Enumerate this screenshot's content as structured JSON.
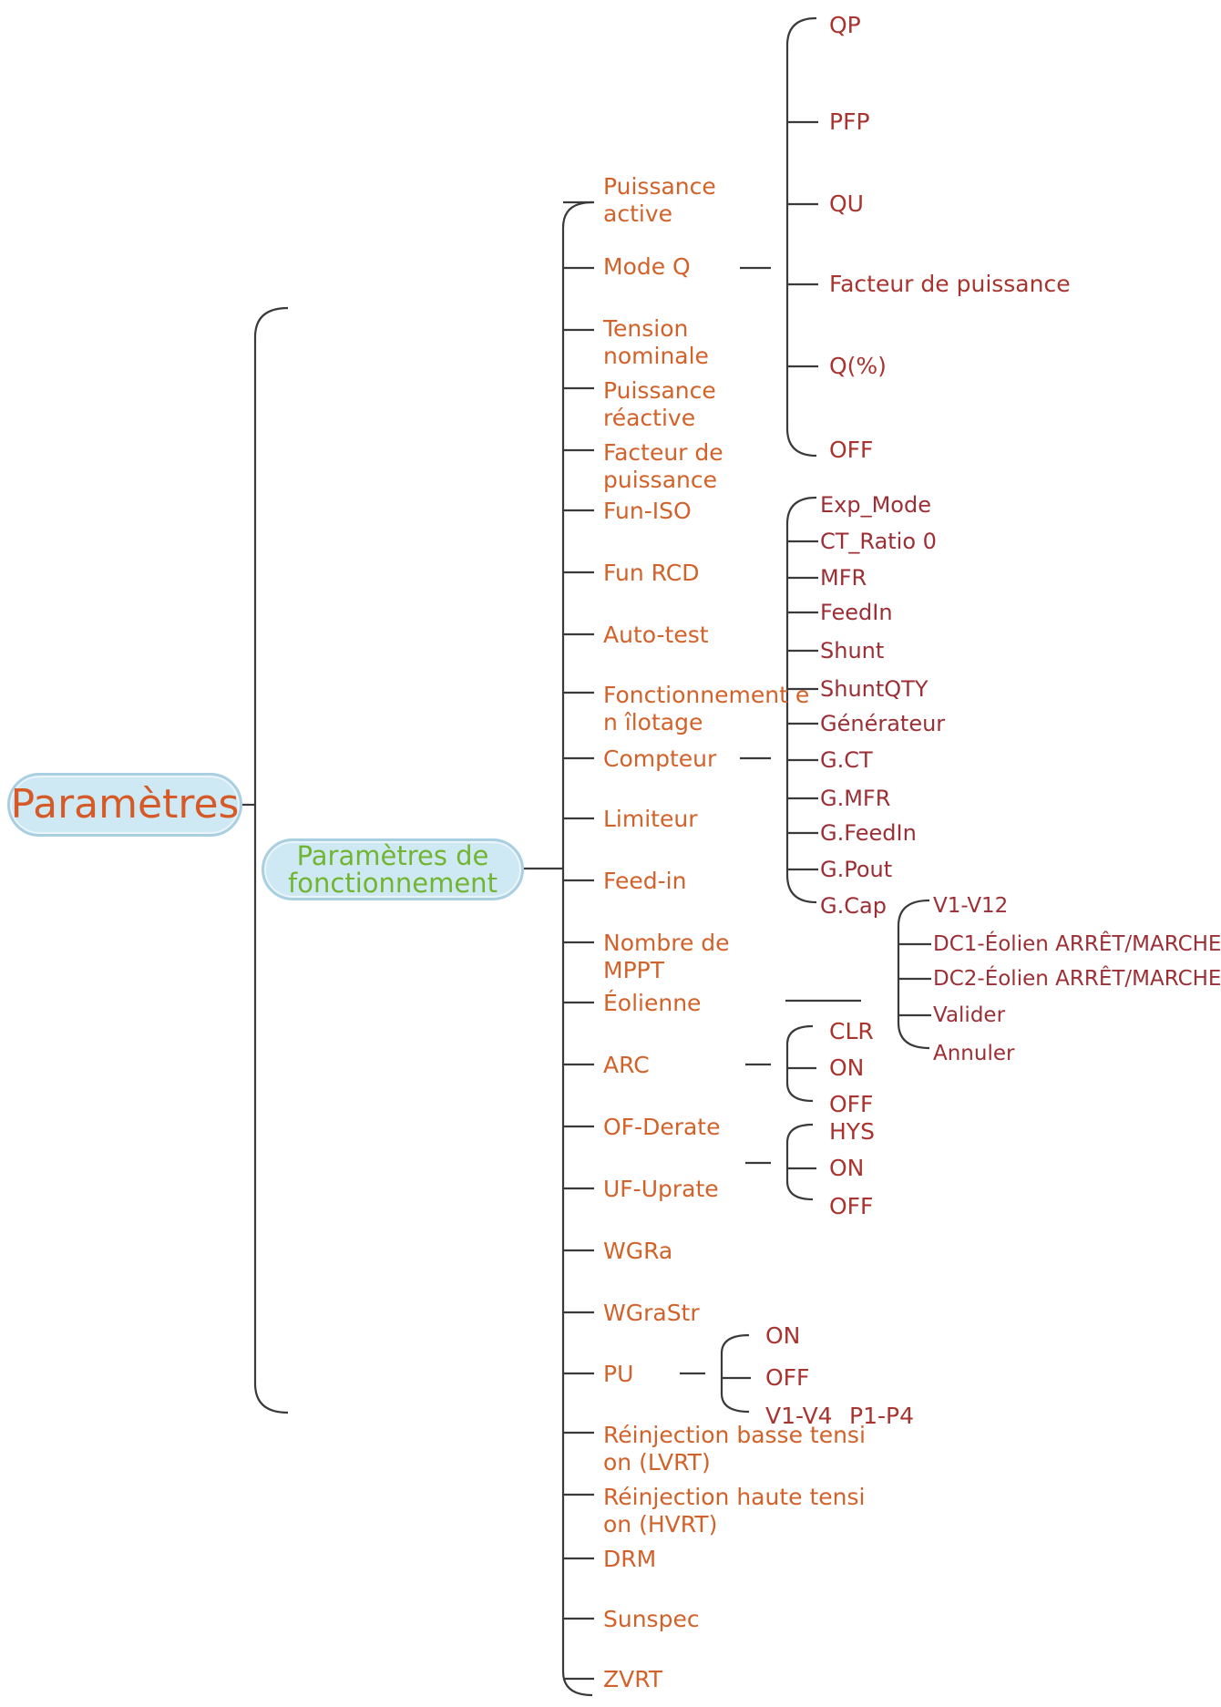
{
  "root": "Paramètres",
  "group": "Paramètres de fonctionnement",
  "items": [
    "Puissance active",
    "Mode Q",
    "Tension nominale",
    "Puissance réactive",
    "Facteur de puissance",
    "Fun-ISO",
    "Fun RCD",
    "Auto-test",
    "Fonctionnement en îlotage",
    "Compteur",
    "Limiteur",
    "Feed-in",
    "Nombre de MPPT",
    "Éolienne",
    "ARC",
    "OF-Derate",
    "UF-Uprate",
    "WGRa",
    "WGraStr",
    "PU",
    "Réinjection basse tension (LVRT)",
    "Réinjection haute tension (HVRT)",
    "DRM",
    "Sunspec",
    "ZVRT"
  ],
  "mode_q_options": [
    "QP",
    "PFP",
    "QU",
    "Facteur de puissance",
    "Q(%)",
    "OFF"
  ],
  "compteur_options": [
    "Exp_Mode",
    "CT_Ratio 0",
    "MFR",
    "FeedIn",
    "Shunt",
    "ShuntQTY",
    "Générateur",
    "G.CT",
    "G.MFR",
    "G.FeedIn",
    "G.Pout",
    "G.Cap"
  ],
  "eolienne_options": [
    "V1-V12",
    "DC1-Éolien ARRÊT/MARCHE",
    "DC2-Éolien ARRÊT/MARCHE",
    "Valider",
    "Annuler"
  ],
  "arc_options": [
    "CLR",
    "ON",
    "OFF"
  ],
  "derate_options": [
    "HYS",
    "ON",
    "OFF"
  ],
  "pu_options": [
    "ON",
    "OFF",
    "V1-V4",
    "P1-P4"
  ]
}
